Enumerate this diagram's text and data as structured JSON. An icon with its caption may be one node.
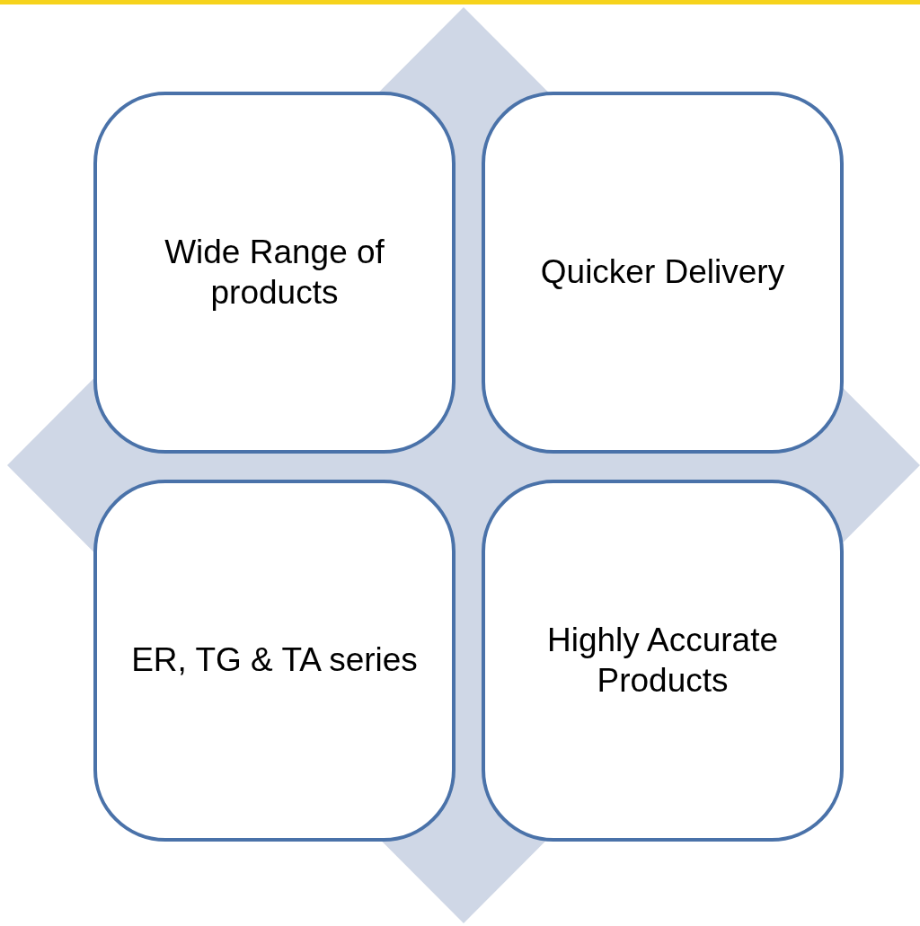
{
  "diagram": {
    "nodes": [
      {
        "text": [
          "Wide Range of products"
        ]
      },
      {
        "text": [
          "Quicker Delivery"
        ]
      },
      {
        "text": [
          "ER, TG & TA series"
        ]
      },
      {
        "text": [
          "Highly Accurate Products"
        ]
      }
    ]
  }
}
